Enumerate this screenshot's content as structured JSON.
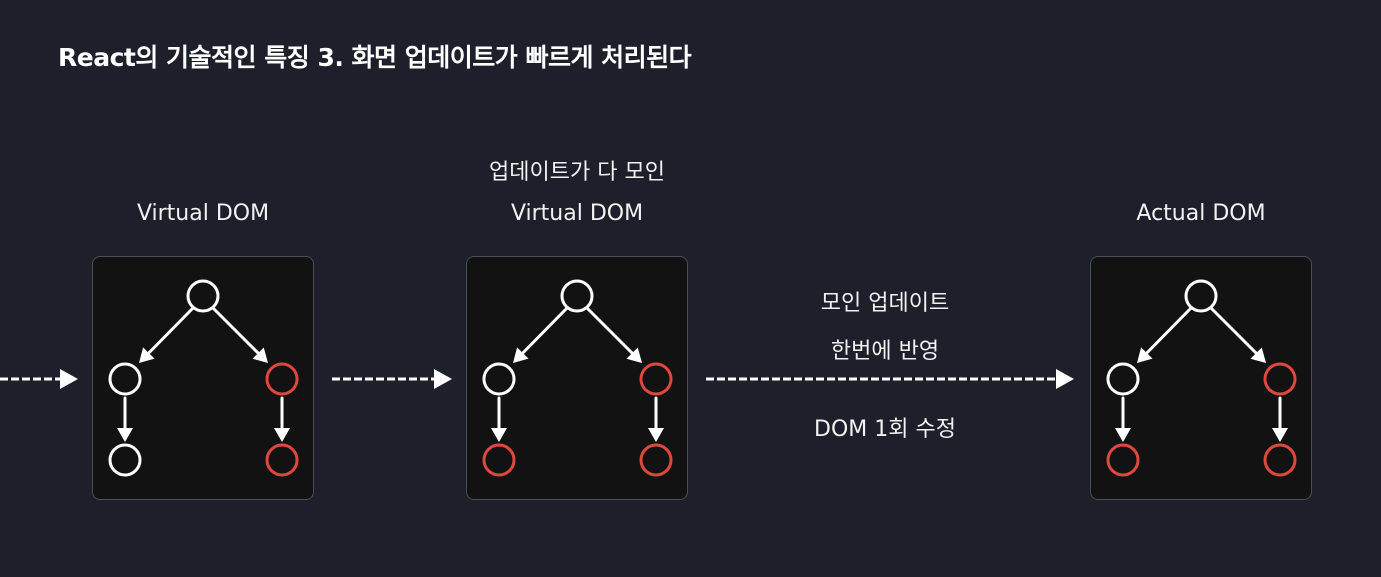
{
  "title": "React의 기술적인 특징 3. 화면 업데이트가 빠르게 처리된다",
  "panels": [
    {
      "caption": "Virtual DOM",
      "caption_top": ""
    },
    {
      "caption": "Virtual DOM",
      "caption_top": "업데이트가 다 모인"
    },
    {
      "caption": "Actual DOM",
      "caption_top": ""
    }
  ],
  "middle_text": {
    "line1": "모인 업데이트",
    "line2": "한번에 반영",
    "line3": "DOM 1회 수정"
  },
  "colors": {
    "background": "#1d1f2b",
    "panel": "#121212",
    "node_normal": "#ffffff",
    "node_updated": "#e0473f",
    "arrow": "#ffffff"
  },
  "trees": [
    {
      "root": "normal",
      "left": "normal",
      "right": "updated",
      "left_child": "normal",
      "right_child": "updated"
    },
    {
      "root": "normal",
      "left": "normal",
      "right": "updated",
      "left_child": "updated",
      "right_child": "updated"
    },
    {
      "root": "normal",
      "left": "normal",
      "right": "updated",
      "left_child": "updated",
      "right_child": "updated"
    }
  ]
}
